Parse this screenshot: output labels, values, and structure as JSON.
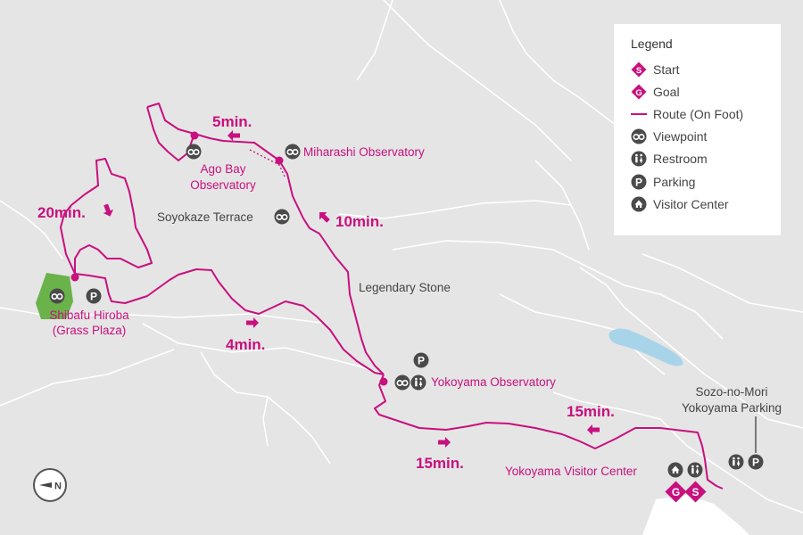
{
  "legend": {
    "title": "Legend",
    "items": [
      {
        "icon": "start-icon",
        "label": "Start"
      },
      {
        "icon": "goal-icon",
        "label": "Goal"
      },
      {
        "icon": "route-line-icon",
        "label": "Route (On Foot)"
      },
      {
        "icon": "viewpoint-icon",
        "label": "Viewpoint"
      },
      {
        "icon": "restroom-icon",
        "label": "Restroom"
      },
      {
        "icon": "parking-icon",
        "label": "Parking"
      },
      {
        "icon": "visitor-center-icon",
        "label": "Visitor Center"
      }
    ]
  },
  "places": {
    "miharashi": "Miharashi Observatory",
    "ago_bay_1": "Ago Bay",
    "ago_bay_2": "Observatory",
    "soyokaze": "Soyokaze Terrace",
    "legendary_stone": "Legendary Stone",
    "shibafu_1": "Shibafu Hiroba",
    "shibafu_2": "(Grass Plaza)",
    "yokoyama_obs": "Yokoyama Observatory",
    "sozo_1": "Sozo-no-Mori",
    "sozo_2": "Yokoyama Parking",
    "visitor_center": "Yokoyama Visitor Center"
  },
  "times": {
    "t5": "5min.",
    "t10": "10min.",
    "t20": "20min.",
    "t4": "4min.",
    "t15a": "15min.",
    "t15b": "15min."
  },
  "marker_letters": {
    "start": "S",
    "goal": "G",
    "parking": "P",
    "compass": "N"
  },
  "colors": {
    "route": "#c8107e",
    "land": "#e5e5e5",
    "roads": "#ffffff",
    "lake": "#a8d4ea",
    "grass": "#6ab24a",
    "icon_dark": "#4a4a4a"
  }
}
